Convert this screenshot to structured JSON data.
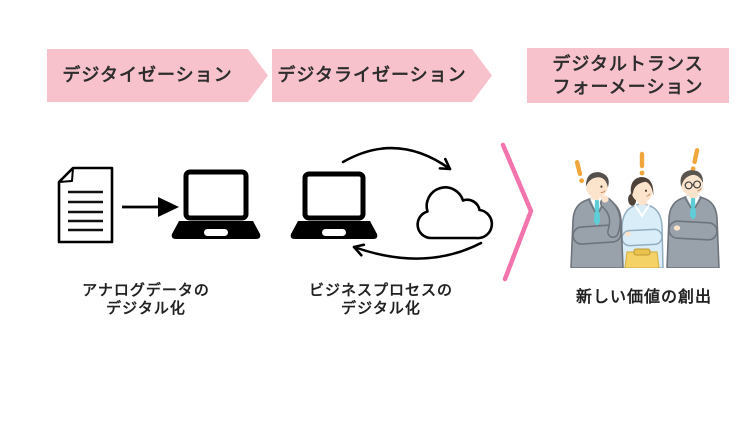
{
  "stages": [
    {
      "banner": "デジタイゼーション",
      "caption_line1": "アナログデータの",
      "caption_line2": "デジタル化"
    },
    {
      "banner": "デジタライゼーション",
      "caption_line1": "ビジネスプロセスの",
      "caption_line2": "デジタル化"
    },
    {
      "banner_line1": "デジタルトランス",
      "banner_line2": "フォーメーション",
      "caption": "新しい価値の創出"
    }
  ],
  "icons": {
    "stage1": [
      "document-icon",
      "right-arrow-icon",
      "laptop-icon"
    ],
    "stage2": [
      "laptop-icon",
      "sync-arrows-icon",
      "cloud-icon"
    ],
    "divider": "chevron-divider-icon",
    "stage3": [
      "business-people-illustration",
      "exclamation-icon"
    ]
  },
  "colors": {
    "background": "#ffffff",
    "banner_pink": "#f8c2cd",
    "chevron_pink": "#f374ac",
    "banner_text": "#2d2d2d",
    "caption_text": "#222222",
    "line_black": "#000000",
    "exclamation_orange": "#f0a63c",
    "suit_gray": "#99a1ab",
    "suit_outline": "#6e747c",
    "tie_teal": "#5ecdd8",
    "blouse_blue": "#d9edf9",
    "skirt_yellow": "#f5d266",
    "skin": "#fbe3cc"
  }
}
